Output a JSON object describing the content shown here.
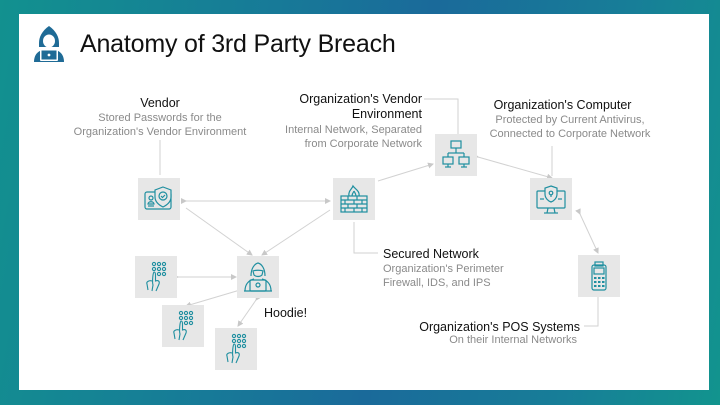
{
  "title": "Anatomy of 3rd Party Breach",
  "colors": {
    "accent": "#1f8fa0",
    "logo": "#1f6b96",
    "tile": "#e7e7e7",
    "line": "#d0d0d0"
  },
  "nodes": {
    "vendor": {
      "icon": "id-card-shield-icon",
      "title": "Vendor",
      "subtitle_lines": [
        "Stored Passwords for the",
        "Organization's Vendor Environment"
      ]
    },
    "vendor_env": {
      "icon": "network-computers-icon",
      "title_lines": [
        "Organization's Vendor",
        "Environment"
      ],
      "subtitle_lines": [
        "Internal Network, Separated",
        "from Corporate Network"
      ]
    },
    "computer": {
      "icon": "secure-monitor-icon",
      "title": "Organization's Computer",
      "subtitle_lines": [
        "Protected by Current Antivirus,",
        "Connected to Corporate Network"
      ]
    },
    "firewall": {
      "icon": "firewall-icon",
      "title": "Secured Network",
      "subtitle_lines": [
        "Organization's Perimeter",
        "Firewall, IDS, and IPS"
      ]
    },
    "hacker": {
      "icon": "hacker-icon",
      "title": "Hoodie!"
    },
    "pos": {
      "icon": "pos-terminal-icon",
      "title": "Organization's POS Systems",
      "subtitle_lines": [
        "On their Internal Networks"
      ]
    },
    "keypads": [
      {
        "icon": "keypad-touch-icon"
      },
      {
        "icon": "keypad-touch-icon"
      },
      {
        "icon": "keypad-touch-icon"
      }
    ]
  }
}
